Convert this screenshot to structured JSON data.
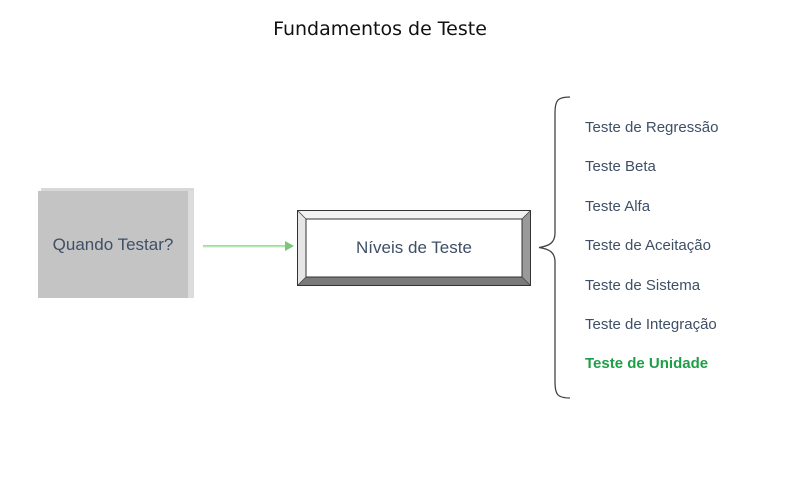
{
  "title": "Fundamentos de Teste",
  "source": {
    "label": "Quando Testar?"
  },
  "center": {
    "label": "Níveis de Teste"
  },
  "levels": [
    {
      "label": "Teste de Regressão",
      "highlight": false
    },
    {
      "label": "Teste Beta",
      "highlight": false
    },
    {
      "label": "Teste Alfa",
      "highlight": false
    },
    {
      "label": "Teste de Aceitação",
      "highlight": false
    },
    {
      "label": "Teste de Sistema",
      "highlight": false
    },
    {
      "label": "Teste de Integração",
      "highlight": false
    },
    {
      "label": "Teste de Unidade",
      "highlight": true
    }
  ],
  "colors": {
    "text": "#3e4f66",
    "highlight": "#1e9e47",
    "arrow": "#9fdf9f",
    "box_fill": "#c4c4c4"
  }
}
